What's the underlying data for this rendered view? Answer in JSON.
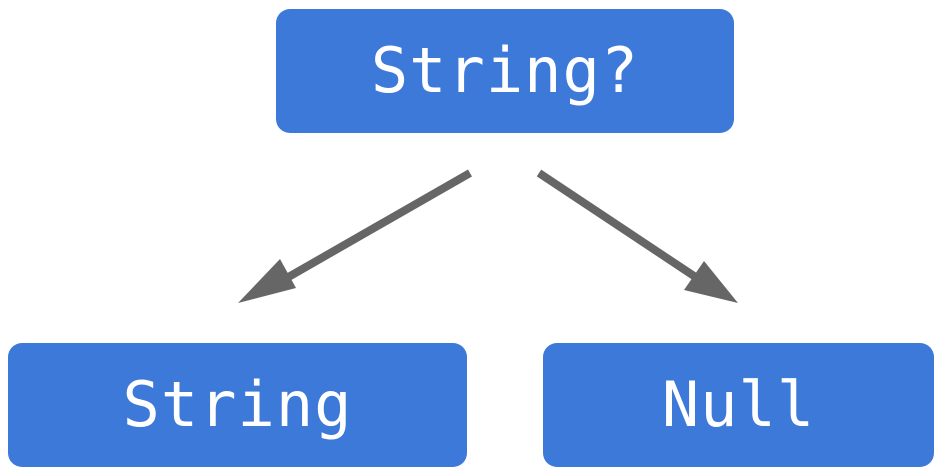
{
  "diagram": {
    "root": {
      "label": "String?"
    },
    "children": [
      {
        "label": "String"
      },
      {
        "label": "Null"
      }
    ],
    "colors": {
      "node_fill": "#3d79d9",
      "node_text": "#ffffff",
      "arrow": "#666666"
    }
  }
}
